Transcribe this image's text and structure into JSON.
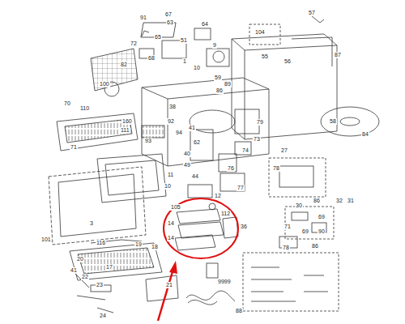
{
  "diagram": {
    "labels": [
      "91",
      "67",
      "63",
      "64",
      "65",
      "72",
      "68",
      "1",
      "10",
      "51",
      "9",
      "104",
      "57",
      "55",
      "56",
      "87",
      "82",
      "100",
      "59",
      "89",
      "86",
      "92",
      "58",
      "70",
      "110",
      "160",
      "111",
      "71",
      "38",
      "79",
      "84",
      "94",
      "41",
      "93",
      "62",
      "74",
      "73",
      "40",
      "49",
      "27",
      "76",
      "78",
      "32",
      "31",
      "30",
      "11",
      "10",
      "44",
      "12",
      "77",
      "105",
      "112",
      "86",
      "71",
      "69",
      "69",
      "90",
      "86",
      "78",
      "101",
      "3",
      "116",
      "19",
      "18",
      "20",
      "17",
      "41",
      "22",
      "23",
      "21",
      "24",
      "36",
      "14",
      "14",
      "9999",
      "88"
    ]
  }
}
